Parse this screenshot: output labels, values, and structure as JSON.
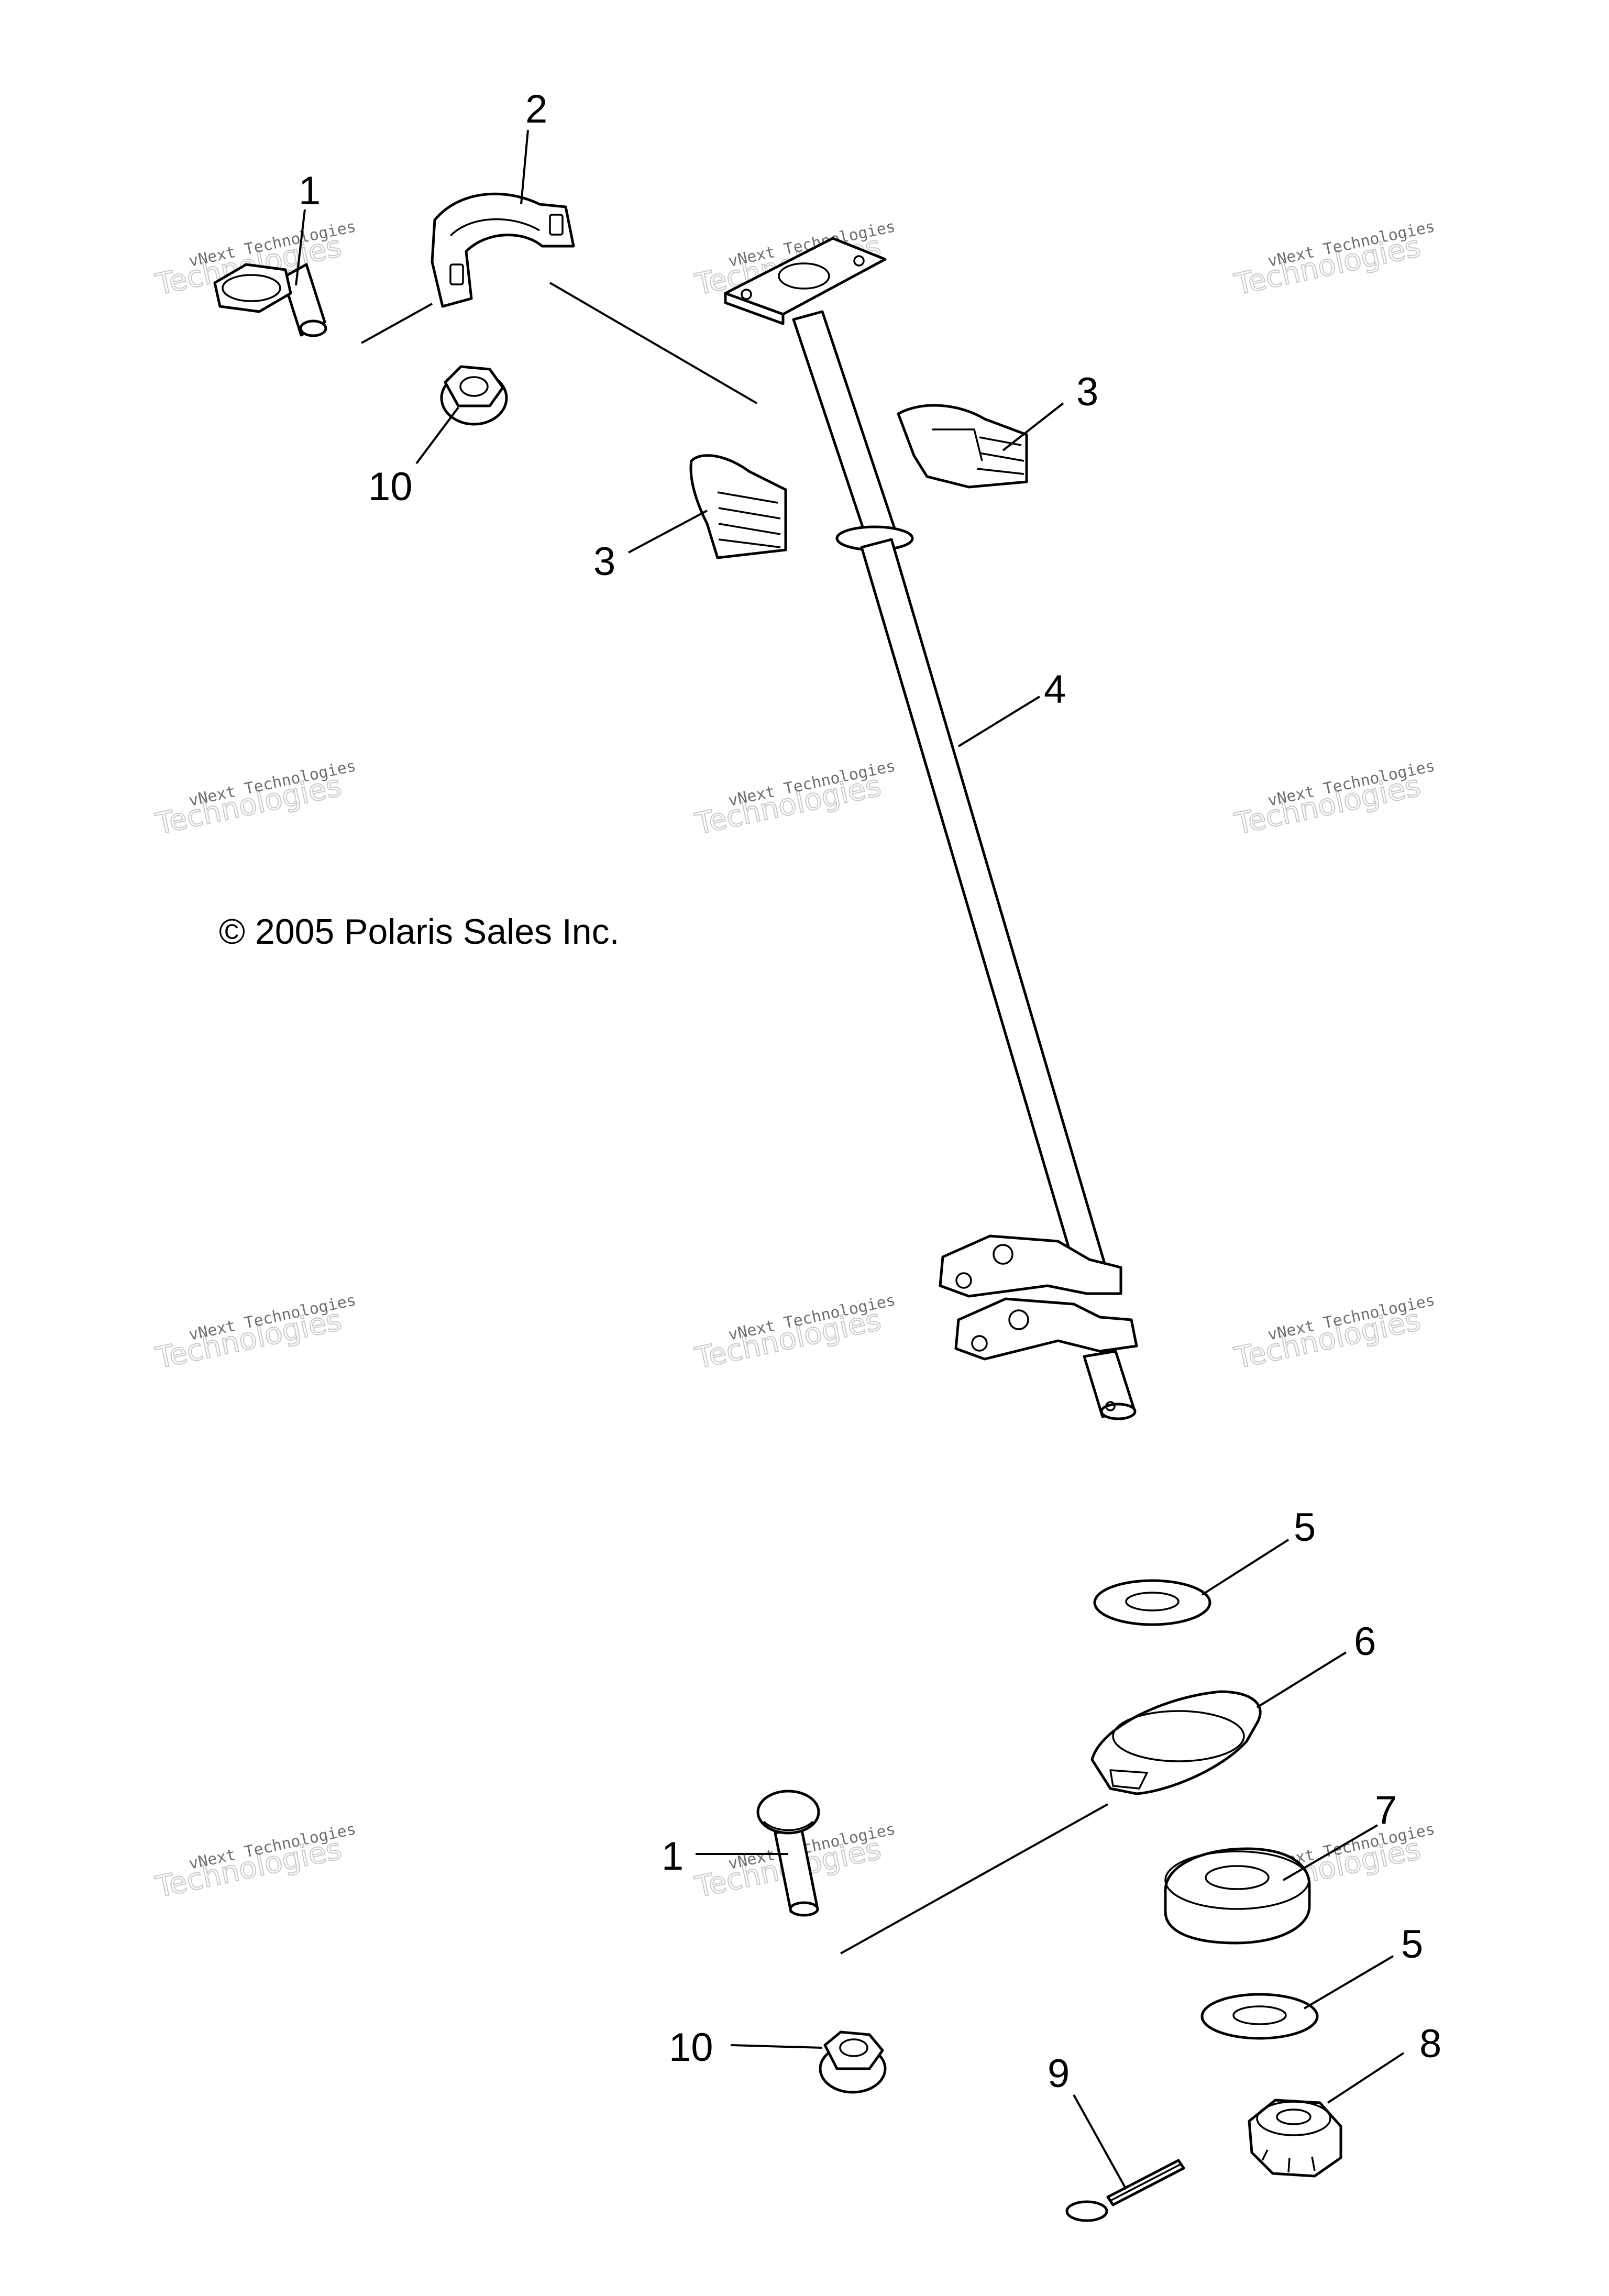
{
  "copyright": "© 2005 Polaris Sales Inc.",
  "watermark": {
    "line1": "vNext Technologies",
    "line2": "Technologies"
  },
  "callouts": [
    "1",
    "2",
    "3",
    "3",
    "10",
    "4",
    "5",
    "6",
    "7",
    "1",
    "5",
    "10",
    "8",
    "9"
  ]
}
